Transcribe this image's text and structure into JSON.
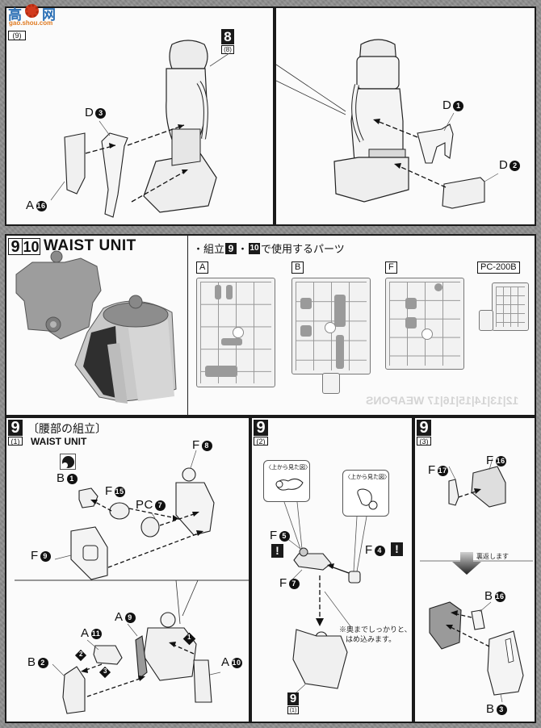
{
  "watermark": {
    "chars": [
      "高",
      "网"
    ],
    "site": "gao.shou.com",
    "colors": {
      "blue": "#2a6fb5",
      "red": "#d23a1e",
      "orange": "#e07a20"
    }
  },
  "top_left_panel": {
    "substep": "(9)",
    "ref_step": {
      "num": "8",
      "sub": "(8)"
    },
    "parts": [
      {
        "letter": "D",
        "num": "3"
      },
      {
        "letter": "A",
        "num": "16"
      }
    ]
  },
  "top_right_panel": {
    "parts": [
      {
        "letter": "D",
        "num": "1"
      },
      {
        "letter": "D",
        "num": "2"
      }
    ]
  },
  "waist_overview": {
    "step_nums": [
      "9",
      "10"
    ],
    "title": "WAIST UNIT"
  },
  "parts_list": {
    "heading_prefix": "・組立",
    "step_a": "9",
    "separator": "・",
    "step_b": "10",
    "heading_suffix": "で使用するパーツ",
    "runners": [
      {
        "tag": "A"
      },
      {
        "tag": "B"
      },
      {
        "tag": "F"
      },
      {
        "tag": "PC-200B"
      }
    ],
    "ghost_text": "12|13|14|15|16|17 WEAPONS"
  },
  "step9_1": {
    "step": "9",
    "sub": "(1)",
    "title_jp": "〔腰部の組立〕",
    "title_en": "WAIST UNIT",
    "parts_upper": [
      {
        "letter": "B",
        "num": "1"
      },
      {
        "letter": "F",
        "num": "15"
      },
      {
        "letter": "PC",
        "num": "7"
      },
      {
        "letter": "F",
        "num": "8"
      },
      {
        "letter": "F",
        "num": "9"
      }
    ],
    "parts_lower": [
      {
        "letter": "A",
        "num": "11"
      },
      {
        "letter": "A",
        "num": "9"
      },
      {
        "letter": "B",
        "num": "2"
      },
      {
        "letter": "A",
        "num": "10"
      }
    ],
    "order_markers": [
      "1",
      "2",
      "3"
    ]
  },
  "step9_2": {
    "step": "9",
    "sub": "(2)",
    "callout_left": "〈上から見た図〉",
    "callout_right": "〈上から見た図〉",
    "parts": [
      {
        "letter": "F",
        "num": "5"
      },
      {
        "letter": "F",
        "num": "4"
      },
      {
        "letter": "F",
        "num": "7"
      }
    ],
    "warning": "!",
    "note_line1": "※奥までしっかりと、",
    "note_line2": "はめ込みます。",
    "ref_step": {
      "num": "9",
      "sub": "(1)"
    }
  },
  "step9_3": {
    "step": "9",
    "sub": "(3)",
    "parts_upper": [
      {
        "letter": "F",
        "num": "17"
      },
      {
        "letter": "F",
        "num": "16"
      }
    ],
    "flip_note": "裏返します",
    "parts_lower": [
      {
        "letter": "B",
        "num": "16"
      },
      {
        "letter": "B",
        "num": "3"
      }
    ]
  }
}
